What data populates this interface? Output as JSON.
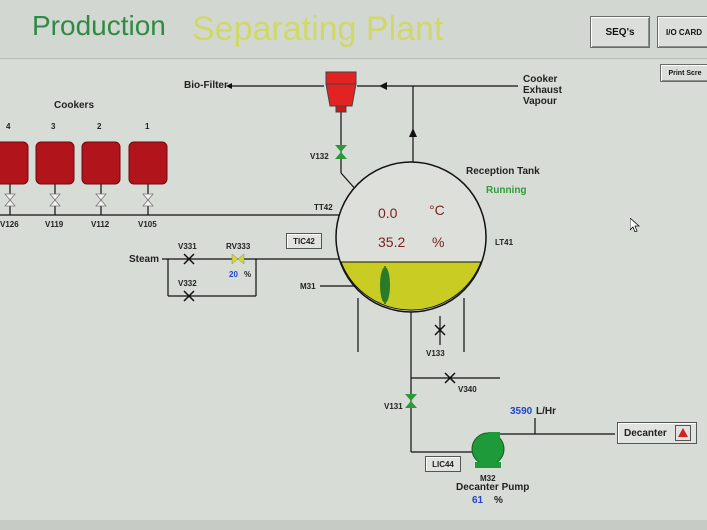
{
  "header": {
    "title_production": "Production",
    "title_plant": "Separating Plant",
    "btn_seqs": "SEQ's",
    "btn_io_card": "I/O CARD",
    "btn_print_screen": "Print Scre"
  },
  "labels": {
    "bio_filter": "Bio-Filter",
    "cooker_exhaust": [
      "Cooker",
      "Exhaust",
      "Vapour"
    ],
    "cookers": "Cookers",
    "steam": "Steam",
    "reception_tank": "Reception Tank",
    "reception_status": "Running",
    "decanter": "Decanter",
    "decanter_pump": "Decanter Pump"
  },
  "cookers": [
    {
      "num": "4",
      "valve": "V126"
    },
    {
      "num": "3",
      "valve": "V119"
    },
    {
      "num": "2",
      "valve": "V112"
    },
    {
      "num": "1",
      "valve": "V105"
    }
  ],
  "tags": {
    "v132": "V132",
    "tt42": "TT42",
    "tic42": "TIC42",
    "lt41": "LT41",
    "m31": "M31",
    "v331": "V331",
    "v332": "V332",
    "rv333": "RV333",
    "v133": "V133",
    "v340": "V340",
    "v131": "V131",
    "lic44": "LIC44",
    "m32": "M32"
  },
  "readings": {
    "tank_temp": "0.0",
    "tank_temp_unit": "°C",
    "tank_level": "35.2",
    "tank_level_unit": "%",
    "rv333_value": "20",
    "rv333_unit": "%",
    "flow_value": "3590",
    "flow_unit": "L/Hr",
    "pump_speed": "61",
    "pump_speed_unit": "%"
  },
  "colors": {
    "cooker": "#b2141c",
    "biofilter": "#e32222",
    "tank_liquid": "#c9cc22",
    "pump": "#1f9a3a",
    "valve_open": "#2a9a3a"
  }
}
